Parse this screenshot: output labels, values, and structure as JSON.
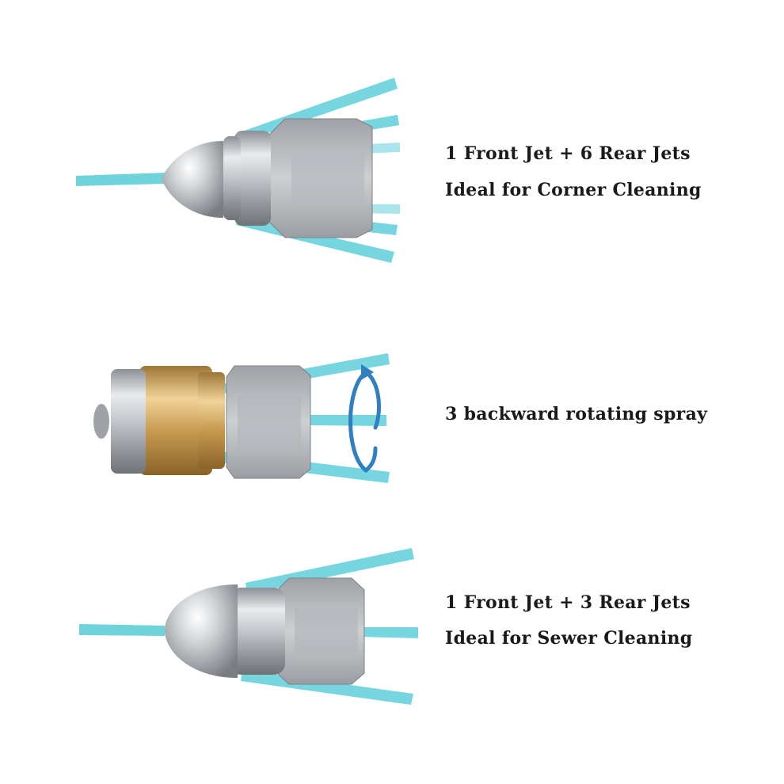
{
  "products": [
    {
      "lines": [
        "1 Front Jet + 6 Rear Jets",
        "Ideal for Corner Cleaning"
      ],
      "icon": "button-head-nozzle-icon"
    },
    {
      "lines": [
        "3 backward rotating spray"
      ],
      "icon": "rotating-nozzle-icon"
    },
    {
      "lines": [
        "1 Front Jet + 3 Rear Jets",
        "Ideal for Sewer Cleaning"
      ],
      "icon": "bullet-nozzle-icon"
    }
  ],
  "colors": {
    "water_jet": "#6fd3dc",
    "steel": "#b9bcc0",
    "brass": "#c9a15a",
    "rotation_arrow": "#2f7fc1",
    "text": "#1a1a1a"
  }
}
